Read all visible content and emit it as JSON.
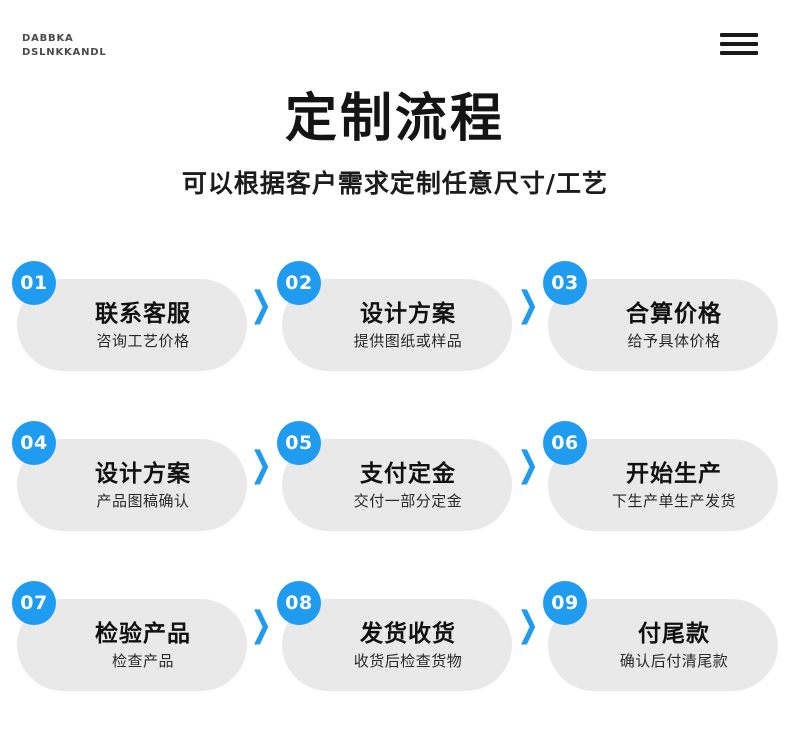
{
  "header": {
    "logo_line1": "DABBKA",
    "logo_line2": "DSLNKKANDL",
    "menu_icon": "hamburger-menu-icon"
  },
  "title": {
    "main": "定制流程",
    "sub": "可以根据客户需求定制任意尺寸/工艺"
  },
  "arrow_glyph": "❯",
  "accent_color": "#1f9bf0",
  "card_bg_color": "#e9e9e9",
  "steps": [
    {
      "num": "01",
      "title": "联系客服",
      "desc": "咨询工艺价格"
    },
    {
      "num": "02",
      "title": "设计方案",
      "desc": "提供图纸或样品"
    },
    {
      "num": "03",
      "title": "合算价格",
      "desc": "给予具体价格"
    },
    {
      "num": "04",
      "title": "设计方案",
      "desc": "产品图稿确认"
    },
    {
      "num": "05",
      "title": "支付定金",
      "desc": "交付一部分定金"
    },
    {
      "num": "06",
      "title": "开始生产",
      "desc": "下生产单生产发货"
    },
    {
      "num": "07",
      "title": "检验产品",
      "desc": "检查产品"
    },
    {
      "num": "08",
      "title": "发货收货",
      "desc": "收货后检查货物"
    },
    {
      "num": "09",
      "title": "付尾款",
      "desc": "确认后付清尾款"
    }
  ]
}
